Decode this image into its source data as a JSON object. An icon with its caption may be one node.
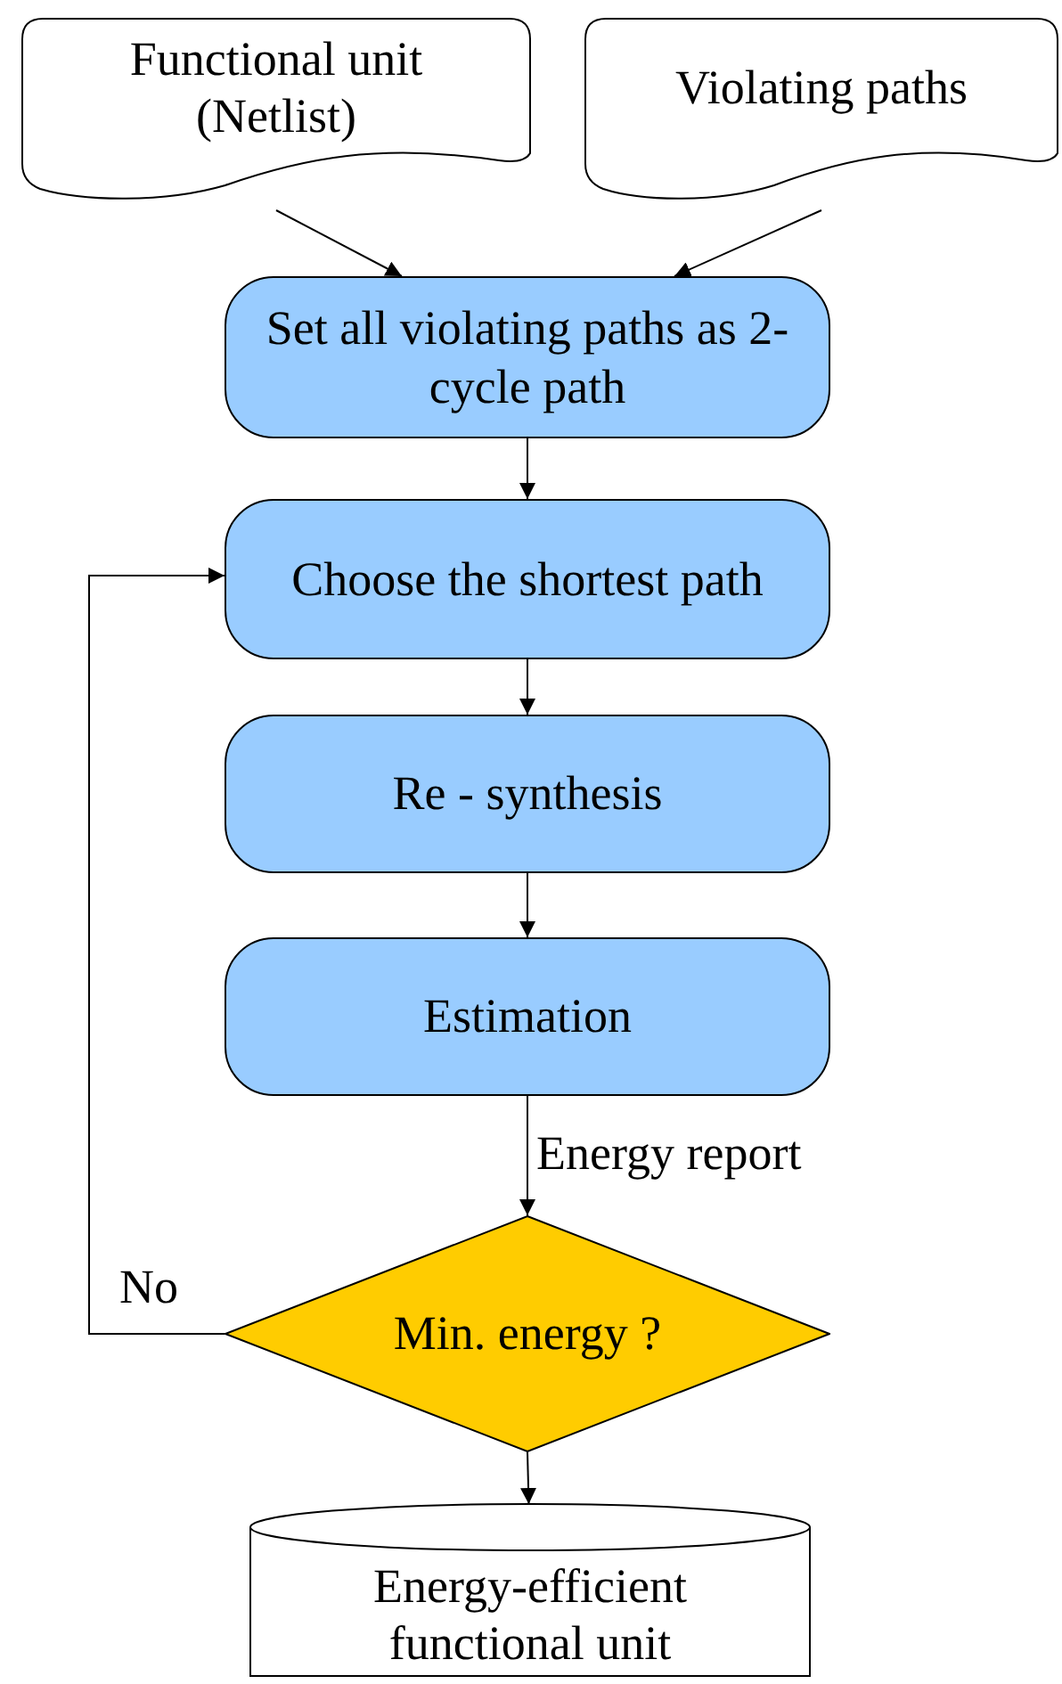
{
  "diagram": {
    "nodes": [
      {
        "text": [
          "Functional unit (Netlist)"
        ]
      },
      {
        "text": [
          "Violating paths"
        ]
      },
      {
        "text": [
          "Set all violating paths as 2-cycle path"
        ]
      },
      {
        "text": [
          "Choose the shortest path"
        ]
      },
      {
        "text": [
          "Re - synthesis"
        ]
      },
      {
        "text": [
          "Estimation"
        ]
      },
      {
        "text": [
          "Min. energy ?"
        ]
      },
      {
        "text": [
          "Energy-efficient functional unit"
        ]
      }
    ],
    "edges": [
      {
        "from": 0,
        "to": 2,
        "arrow": "to"
      },
      {
        "from": 1,
        "to": 2,
        "arrow": "to"
      },
      {
        "from": 2,
        "to": 3,
        "arrow": "to"
      },
      {
        "from": 3,
        "to": 4,
        "arrow": "to"
      },
      {
        "from": 4,
        "to": 5,
        "arrow": "to"
      },
      {
        "from": 5,
        "to": 6,
        "label": "Energy report",
        "arrow": "to"
      },
      {
        "from": 6,
        "to": 3,
        "label": "No",
        "arrow": "to"
      },
      {
        "from": 6,
        "to": 7,
        "arrow": "to"
      }
    ]
  }
}
